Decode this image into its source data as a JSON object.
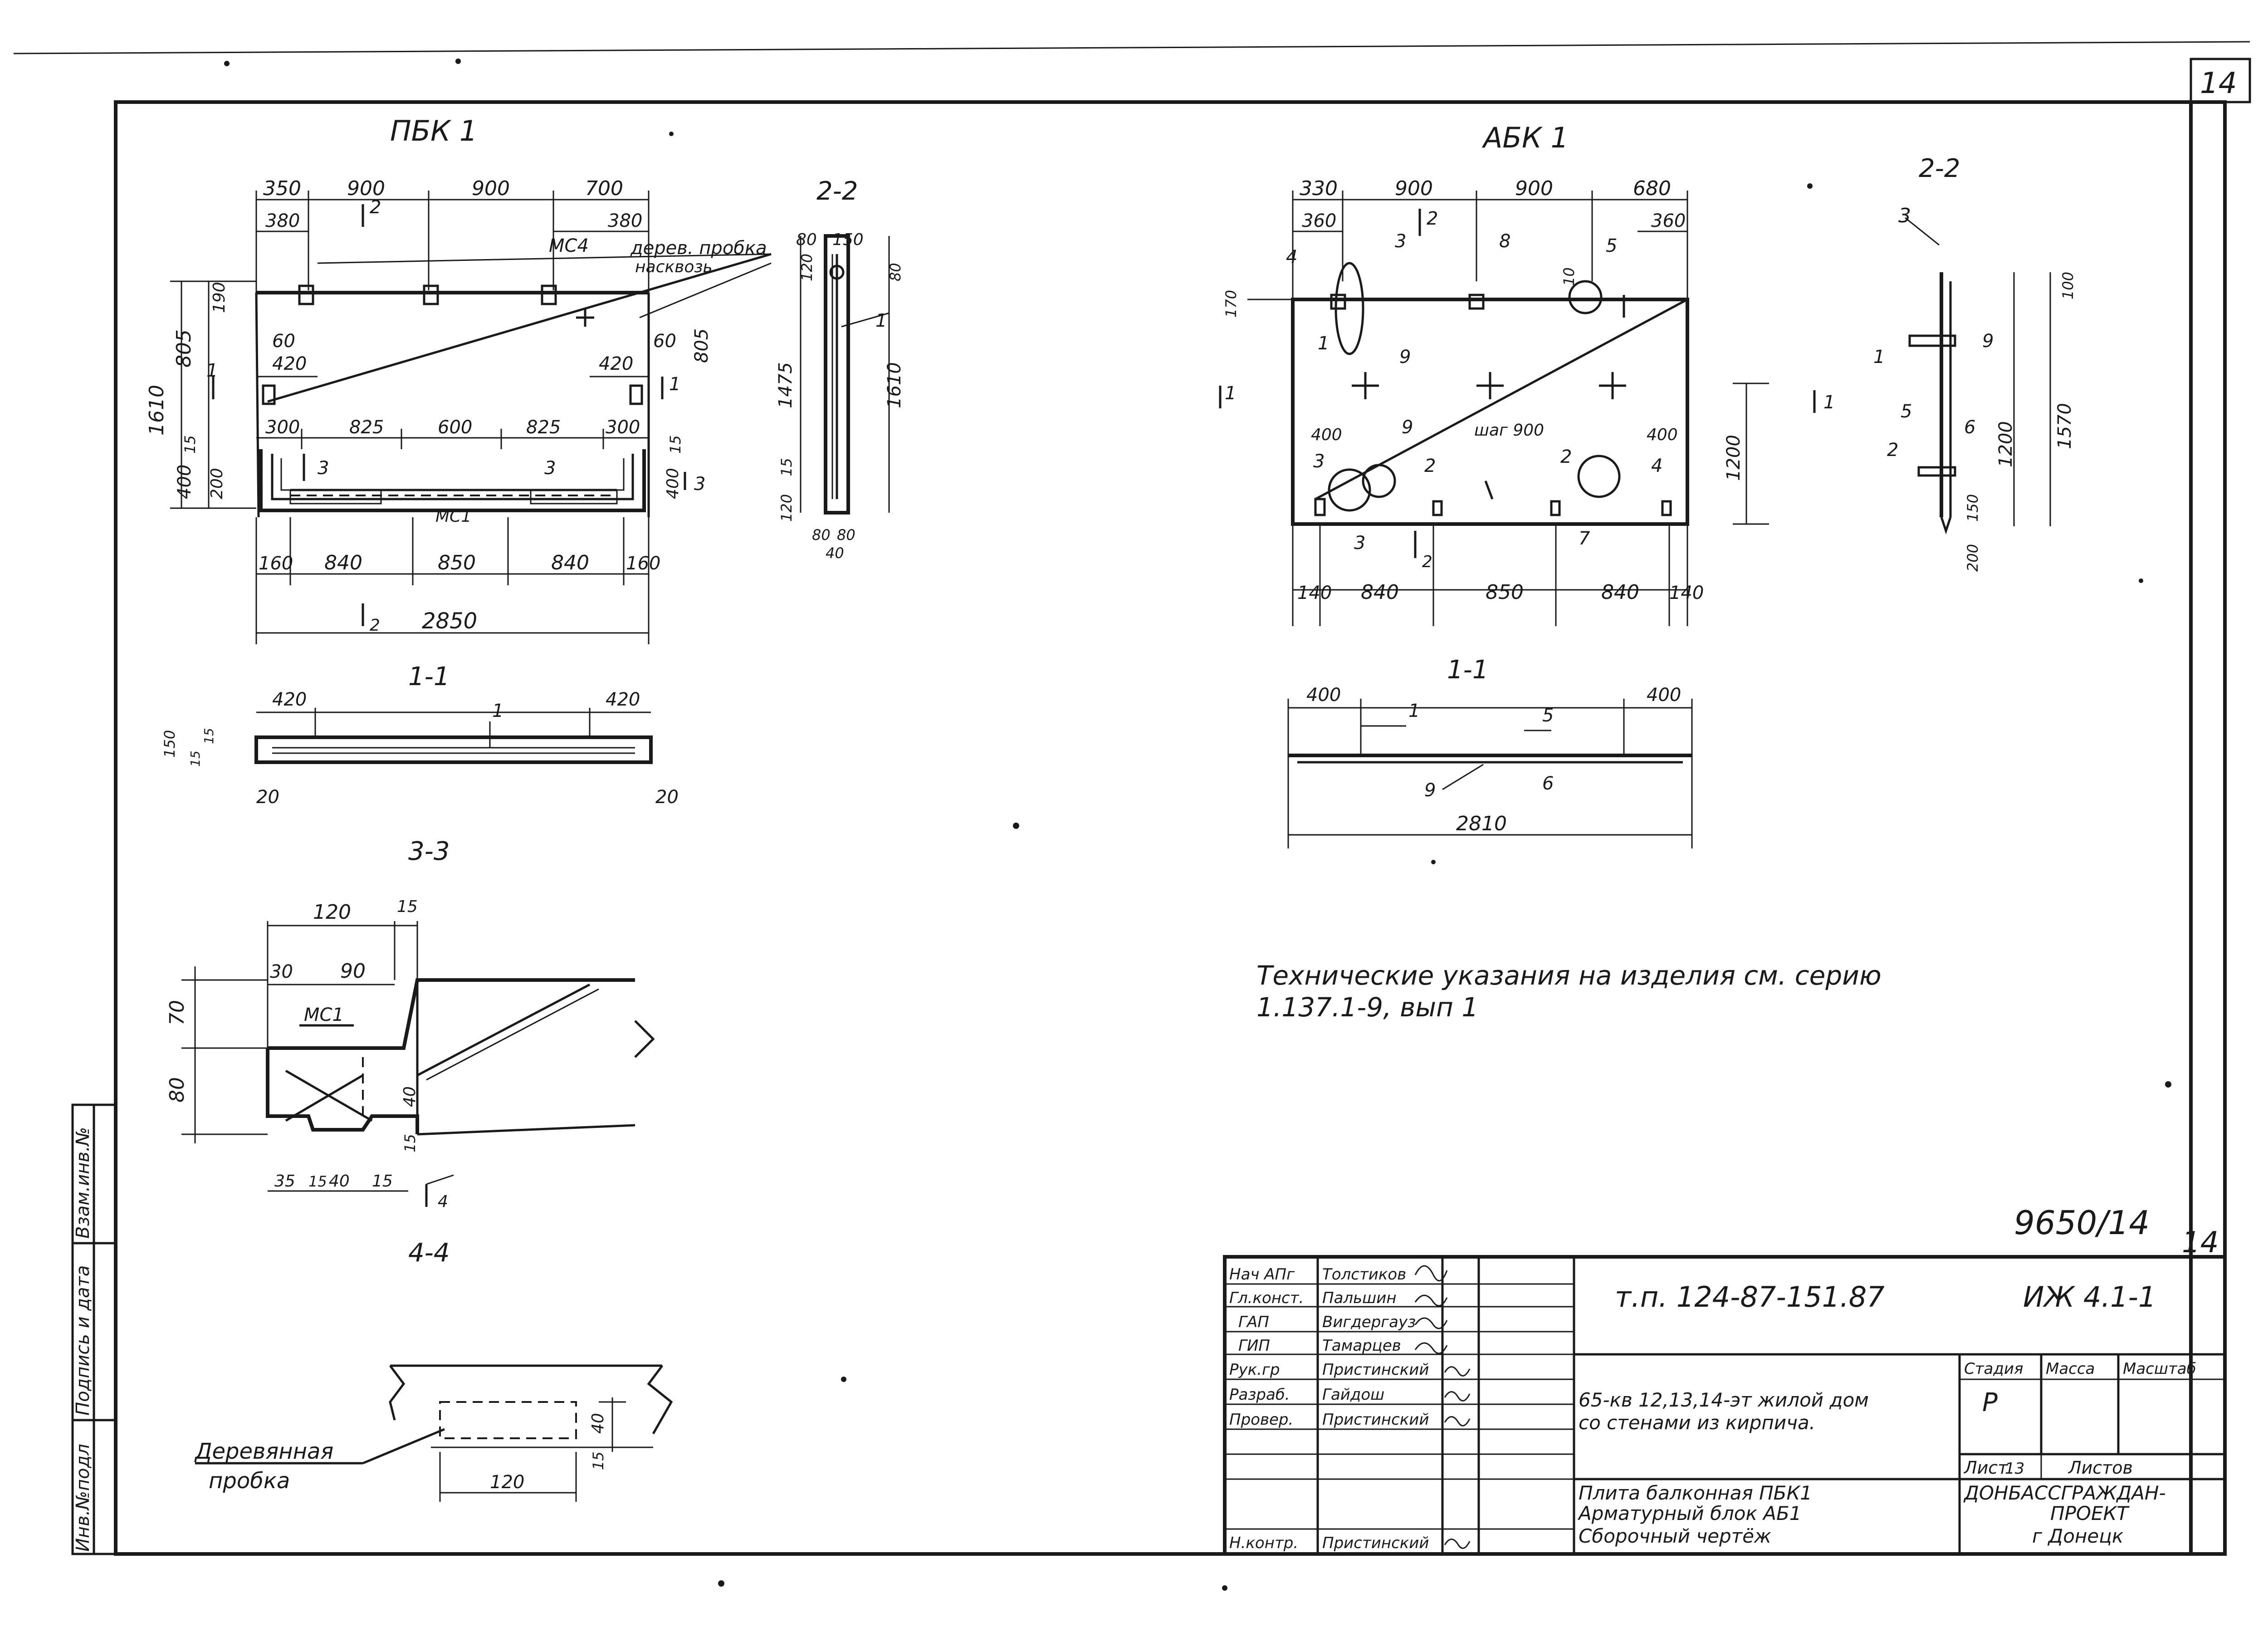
{
  "sheet": {
    "sheet_number": "14",
    "archive_number": "9650/14",
    "archive_sheet": "14"
  },
  "side_stamp": {
    "col1": "Инв.№подл",
    "col2": "Подпись и дата",
    "col3": "Взам.инв.№"
  },
  "pbk1": {
    "title": "ПБК 1",
    "top_dims": [
      "350",
      "900",
      "900",
      "700"
    ],
    "top_sub": [
      "380",
      "380"
    ],
    "mark_ms4": "МС4",
    "note": [
      "дерев. пробка",
      "насквозь"
    ],
    "left_dims": [
      "1610",
      "805",
      "190",
      "400",
      "200"
    ],
    "right_dims": [
      "805",
      "400"
    ],
    "inner": [
      "60",
      "420",
      "60",
      "420"
    ],
    "mid_dims": [
      "300",
      "825",
      "600",
      "825",
      "300"
    ],
    "mark_ms1": "МС1",
    "bottom_dims": [
      "160",
      "840",
      "850",
      "840",
      "160"
    ],
    "overall": "2850",
    "sec_marks": [
      "1",
      "1",
      "2",
      "2",
      "3",
      "3",
      "3",
      "15",
      "15"
    ],
    "s22_title": "2-2",
    "s22_dims": [
      "80",
      "150",
      "120",
      "80",
      "1475",
      "1610",
      "15",
      "120",
      "80",
      "80",
      "40"
    ],
    "s22_item": "1"
  },
  "s11_left": {
    "title": "1-1",
    "dims": [
      "420",
      "420",
      "150",
      "15",
      "15",
      "20",
      "20"
    ],
    "item": "1"
  },
  "s33": {
    "title": "3-3",
    "dims": [
      "120",
      "15",
      "30",
      "90",
      "70",
      "80",
      "40",
      "15",
      "35",
      "15",
      "40",
      "15"
    ],
    "mark": "МС1",
    "arrow_mark": "4"
  },
  "s44": {
    "title": "4-4",
    "dims": [
      "40",
      "15",
      "120"
    ],
    "note": [
      "Деревянная",
      "пробка"
    ]
  },
  "abk1": {
    "title": "АБК 1",
    "top_dims": [
      "330",
      "900",
      "900",
      "680"
    ],
    "top_sub": [
      "360",
      "360"
    ],
    "items": [
      "1",
      "2",
      "3",
      "4",
      "5",
      "6",
      "7",
      "8",
      "9",
      "10"
    ],
    "step": "шаг 900",
    "dims_400": [
      "400",
      "400"
    ],
    "left_dim": "170",
    "bottom_dims": [
      "140",
      "840",
      "850",
      "840",
      "140"
    ],
    "side_1200": "1200",
    "sec_marks": [
      "1",
      "1",
      "2",
      "2",
      "3"
    ],
    "s22_title": "2-2",
    "s22_items": [
      "3",
      "1",
      "9",
      "5",
      "6",
      "2"
    ],
    "s22_dims": [
      "100",
      "1200",
      "1570",
      "150",
      "200"
    ]
  },
  "s11_right": {
    "title": "1-1",
    "dims": [
      "400",
      "400"
    ],
    "items": [
      "1",
      "5",
      "9",
      "6"
    ],
    "overall": "2810"
  },
  "notes": {
    "line1": "Технические указания на изделия см. серию",
    "line2": "1.137.1-9, вып 1"
  },
  "title_block": {
    "roles": [
      "Нач АПг",
      "Гл.конст.",
      "ГАП",
      "ГИП",
      "Рук.гр",
      "Разраб.",
      "Провер.",
      "",
      "",
      "Н.контр."
    ],
    "names": [
      "Толстиков",
      "Пальшин",
      "Вигдергауз",
      "Тамарцев",
      "Пристинский",
      "Гайдош",
      "Пристинский",
      "",
      "",
      "Пристинский"
    ],
    "dates": [
      "",
      "",
      "",
      "",
      "",
      "",
      "",
      "",
      "",
      ""
    ],
    "doc_code": "т.п. 124-87-151.87",
    "mark": "ИЖ 4.1-1",
    "object_line1": "65-кв 12,13,14-эт жилой дом",
    "object_line2": "со стенами из кирпича.",
    "stage_header": "Стадия",
    "mass_header": "Масса",
    "scale_header": "Масштаб",
    "stage": "Р",
    "sheet_label": "Лист",
    "sheet_num": "13",
    "sheets_label": "Листов",
    "drawing_line1": "Плита балконная ПБК1",
    "drawing_line2": "Арматурный блок АБ1",
    "drawing_line3": "Сборочный чертёж",
    "org_line1": "ДОНБАССГРАЖДАН-",
    "org_line2": "ПРОЕКТ",
    "org_line3": "г Донецк"
  }
}
